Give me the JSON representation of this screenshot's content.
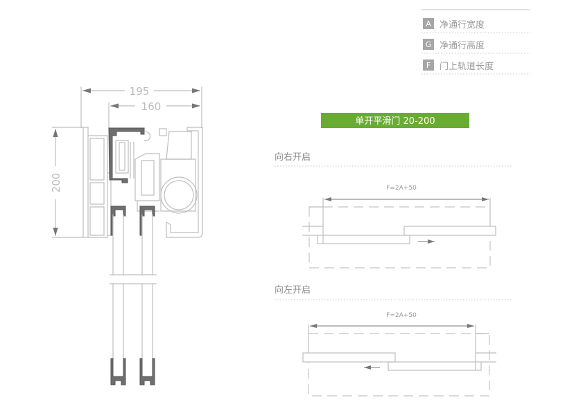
{
  "legend": {
    "items": [
      {
        "key": "A",
        "label": "净通行宽度"
      },
      {
        "key": "G",
        "label": "净通行高度"
      },
      {
        "key": "F",
        "label": "门上轨道长度"
      }
    ]
  },
  "banner": {
    "title": "单开平滑门 20-200",
    "color": "#6aab34"
  },
  "cross_section": {
    "dim_total_width": "195",
    "dim_track_width": "160",
    "dim_height": "200"
  },
  "open_right": {
    "heading": "向右开启",
    "formula": "F=2A+50"
  },
  "open_left": {
    "heading": "向左开启",
    "formula": "F=2A+50"
  }
}
